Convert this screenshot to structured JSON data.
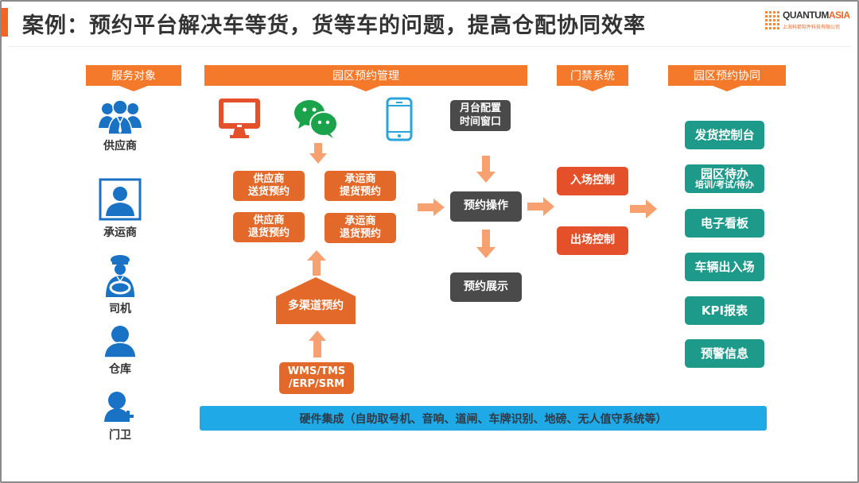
{
  "title": "案例：预约平台解决车等货，货等车的问题，提高仓配协同效率",
  "logo": {
    "name_part1": "QUANTUM",
    "name_part2": "ASIA",
    "subtitle": "上海科箭软件科技有限公司"
  },
  "colors": {
    "accent_orange": "#f5792a",
    "box_orange": "#e2692a",
    "box_dark": "#4a4a4a",
    "box_red": "#e4502a",
    "box_teal": "#1d9a8a",
    "actor_blue": "#1a72c4",
    "hardware_blue": "#1fa9e6",
    "arrow": "#f7a070"
  },
  "banners": {
    "service_targets": "服务对象",
    "park_booking_mgmt": "园区预约管理",
    "access_control": "门禁系统",
    "park_booking_collab": "园区预约协同"
  },
  "actors": [
    {
      "label": "供应商",
      "icon": "group-users-icon"
    },
    {
      "label": "承运商",
      "icon": "user-id-card-icon"
    },
    {
      "label": "司机",
      "icon": "driver-icon"
    },
    {
      "label": "仓库",
      "icon": "user-icon"
    },
    {
      "label": "门卫",
      "icon": "user-add-icon"
    }
  ],
  "channels": [
    {
      "icon": "desktop-computer-icon"
    },
    {
      "icon": "wechat-icon"
    },
    {
      "icon": "mobile-phone-icon"
    }
  ],
  "config_box": {
    "line1": "月台配置",
    "line2": "时间窗口"
  },
  "booking_types": [
    {
      "line1": "供应商",
      "line2": "送货预约"
    },
    {
      "line1": "承运商",
      "line2": "提货预约"
    },
    {
      "line1": "供应商",
      "line2": "退货预约"
    },
    {
      "line1": "承运商",
      "line2": "退货预约"
    }
  ],
  "multi_channel": "多渠道预约",
  "systems_box": {
    "line1": "WMS/TMS",
    "line2": "/ERP/SRM"
  },
  "booking_operation": "预约操作",
  "booking_display": "预约展示",
  "gate": {
    "entry": "入场控制",
    "exit": "出场控制"
  },
  "collab_items": [
    {
      "label": "发货控制台",
      "sub": ""
    },
    {
      "label": "园区待办",
      "sub": "培训/考试/待办"
    },
    {
      "label": "电子看板",
      "sub": ""
    },
    {
      "label": "车辆出入场",
      "sub": ""
    },
    {
      "label": "KPI报表",
      "sub": ""
    },
    {
      "label": "预警信息",
      "sub": ""
    }
  ],
  "hardware_bar": "硬件集成（自助取号机、音响、道闸、车牌识别、地磅、无人值守系统等）"
}
